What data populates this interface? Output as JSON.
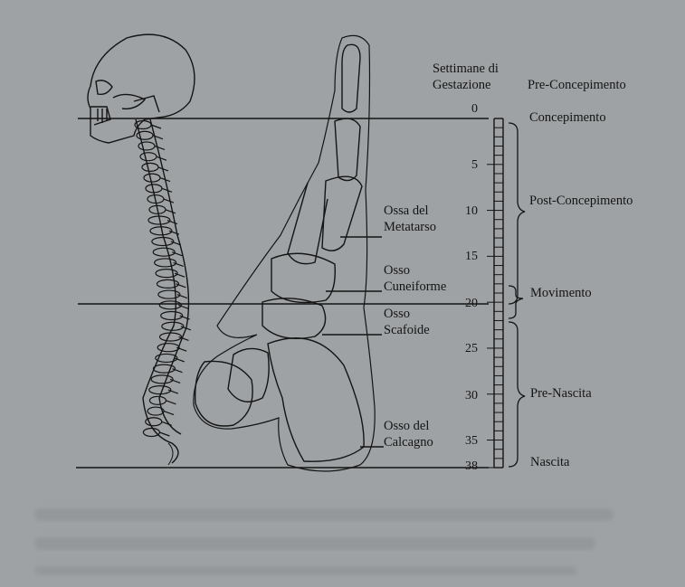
{
  "header": {
    "axis_title_line1": "Settimane di",
    "axis_title_line2": "Gestazione"
  },
  "stages": {
    "pre": "Pre-Concepimento",
    "conception": "Concepimento",
    "post": "Post-Concepimento",
    "movement": "Movimento",
    "prebirth": "Pre-Nascita",
    "birth": "Nascita"
  },
  "bones": {
    "metatarsal_1": "Ossa del",
    "metatarsal_2": "Metatarso",
    "cuneiform_1": "Osso",
    "cuneiform_2": "Cuneiforme",
    "scaphoid_1": "Osso",
    "scaphoid_2": "Scafoide",
    "calcaneus_1": "Osso del",
    "calcaneus_2": "Calcagno"
  },
  "ticks": [
    "0",
    "5",
    "10",
    "15",
    "20",
    "25",
    "30",
    "35",
    "38"
  ],
  "colors": {
    "background": "#9fa2a4",
    "ink": "#141414"
  }
}
